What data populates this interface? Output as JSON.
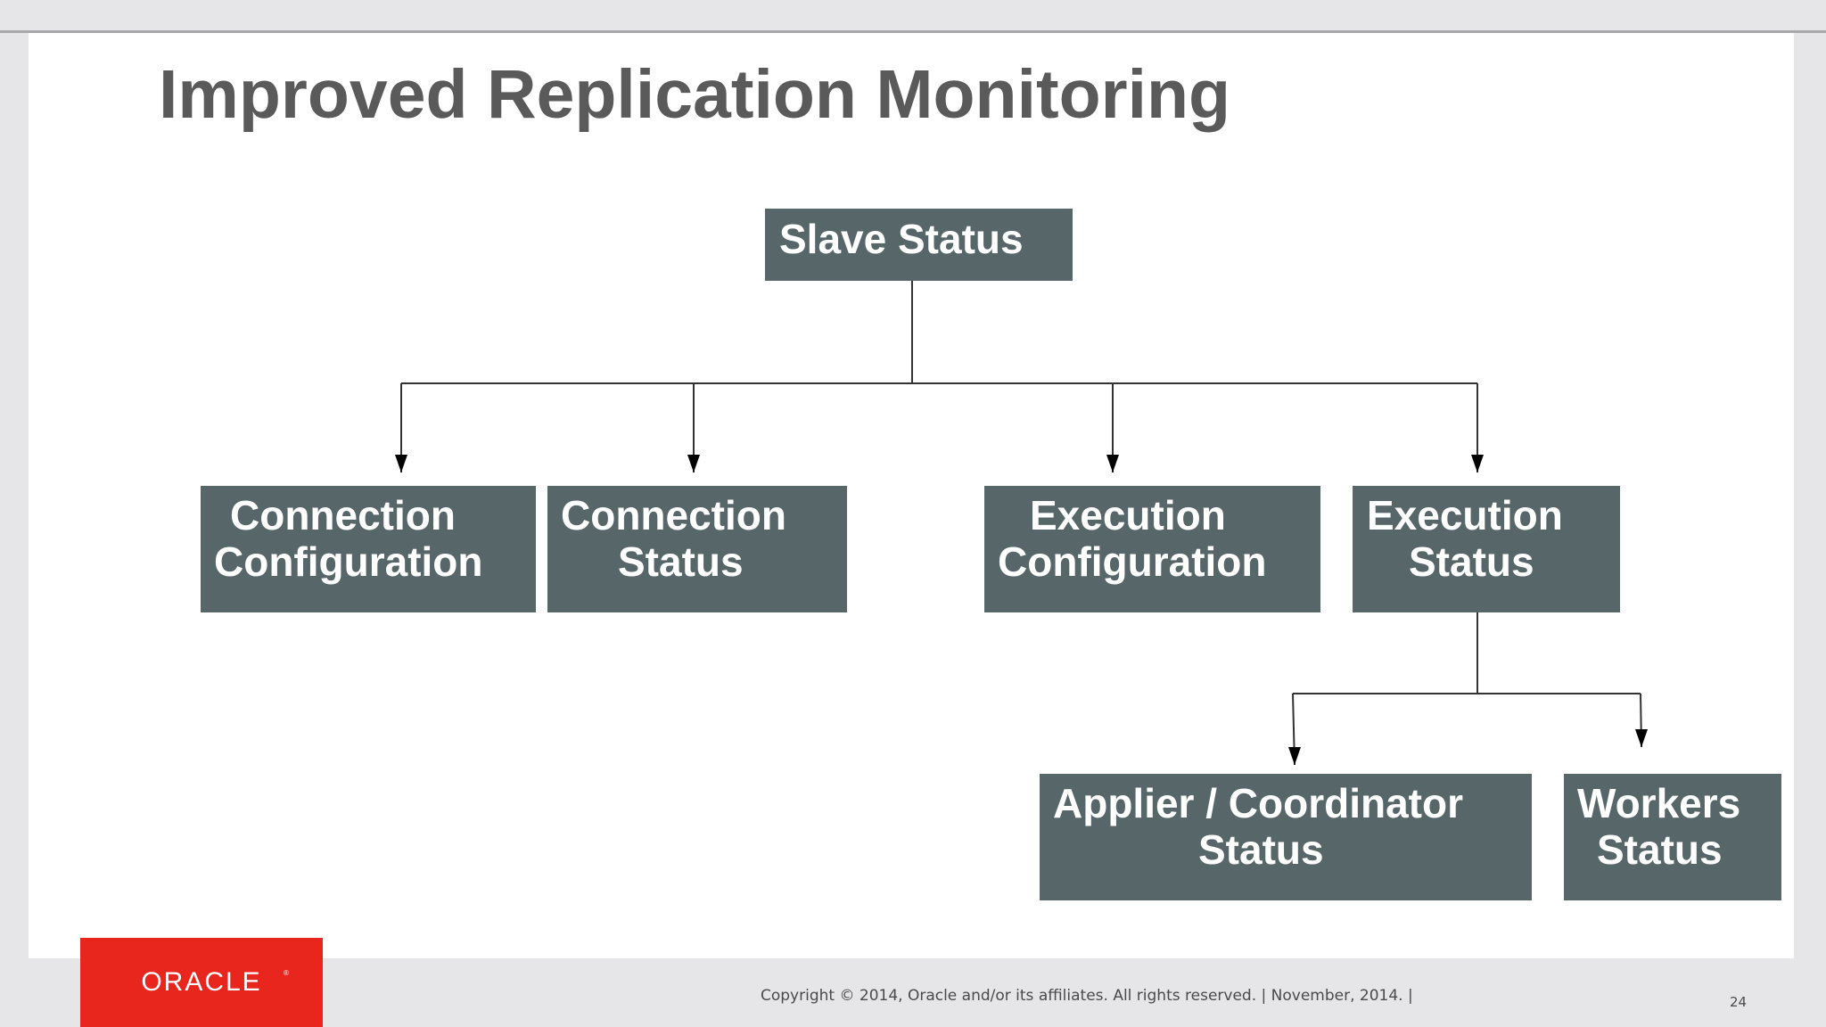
{
  "slide": {
    "title": "Improved Replication Monitoring",
    "footer": "Copyright © 2014, Oracle and/or its affiliates. All rights reserved. | November, 2014. |",
    "page_number": "24",
    "logo_text": "ORACLE"
  },
  "diagram": {
    "root": {
      "label": "Slave Status"
    },
    "children": [
      {
        "line1": "Connection",
        "line2": "Configuration"
      },
      {
        "line1": "Connection",
        "line2": "Status"
      },
      {
        "line1": "Execution",
        "line2": "Configuration"
      },
      {
        "line1": "Execution",
        "line2": "Status"
      }
    ],
    "grandchildren": [
      {
        "line1": "Applier / Coordinator",
        "line2": "Status"
      },
      {
        "line1": "Workers",
        "line2": "Status"
      }
    ]
  },
  "colors": {
    "box_fill": "#566669",
    "box_text": "#ffffff",
    "title": "#5a5a5a",
    "logo_bg": "#e8261d"
  }
}
